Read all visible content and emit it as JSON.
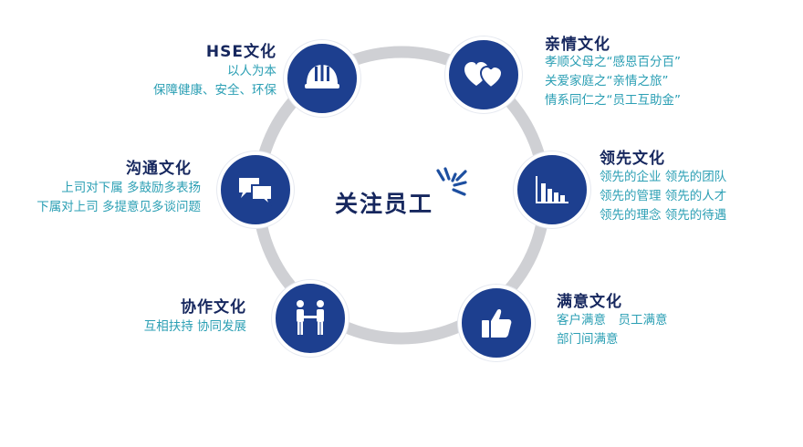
{
  "center": {
    "title": "关注员工"
  },
  "colors": {
    "node": "#1d3f8f",
    "title": "#16275e",
    "text": "#2b9fb4",
    "ring": "#cfd0d4",
    "logo": "#1d4fa0"
  },
  "nodes": [
    {
      "id": "hse",
      "icon": "hard-hat-icon",
      "title": "HSE文化",
      "lines": [
        "以人为本",
        "保障健康、安全、环保"
      ]
    },
    {
      "id": "family",
      "icon": "hearts-icon",
      "title": "亲情文化",
      "lines": [
        "孝顺父母之“感恩百分百”",
        "关爱家庭之“亲情之旅”",
        "情系同仁之“员工互助金”"
      ]
    },
    {
      "id": "lead",
      "icon": "bar-chart-icon",
      "title": "领先文化",
      "lines": [
        "领先的企业 领先的团队",
        "领先的管理 领先的人才",
        "领先的理念 领先的待遇"
      ]
    },
    {
      "id": "satisfy",
      "icon": "thumbs-up-icon",
      "title": "满意文化",
      "lines": [
        "客户满意　员工满意",
        "部门间满意"
      ]
    },
    {
      "id": "coop",
      "icon": "handshake-icon",
      "title": "协作文化",
      "lines": [
        "互相扶持 协同发展"
      ]
    },
    {
      "id": "comm",
      "icon": "speech-bubbles-icon",
      "title": "沟通文化",
      "lines": [
        "上司对下属 多鼓励多表扬",
        "下属对上司 多提意见多谈问题"
      ]
    }
  ]
}
